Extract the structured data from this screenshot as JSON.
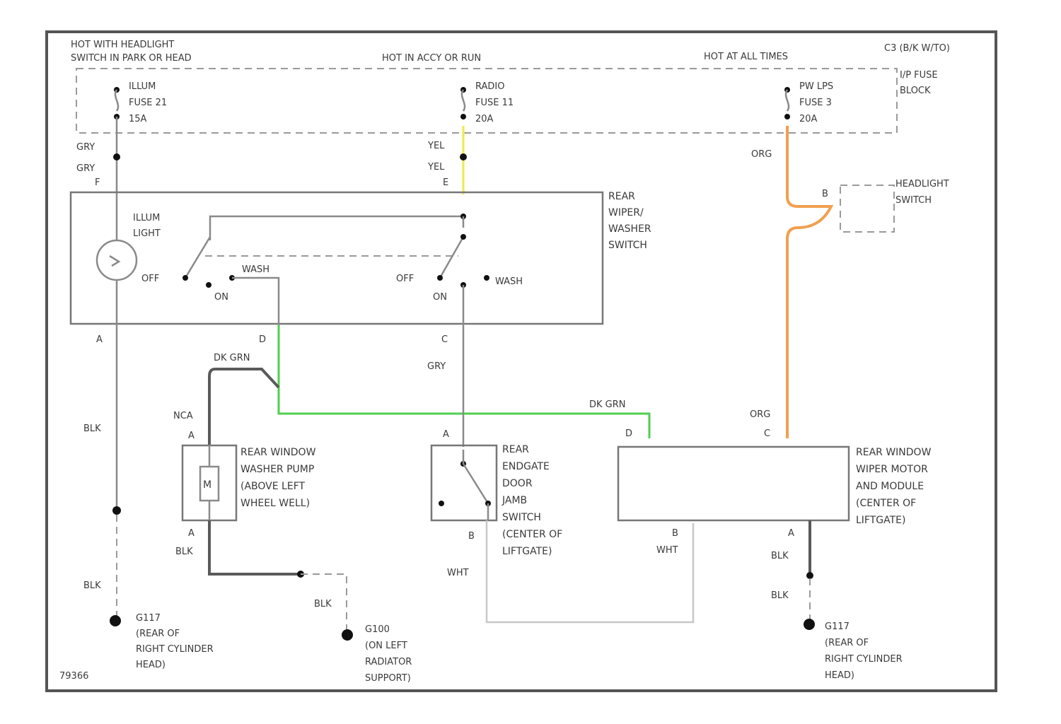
{
  "colors": {
    "dk_grn_wire": "#4fcf4f",
    "org_wire": "#f0a050",
    "yel_wire": "#f2e94a",
    "wht_wire": "#c8c8c8",
    "blk_wire": "#5a5a5a"
  },
  "power": {
    "headlight_switch_hot_1": "HOT WITH HEADLIGHT",
    "headlight_switch_hot_2": "SWITCH IN PARK OR HEAD",
    "acc_run_hot": "HOT IN ACCY OR RUN",
    "all_times_hot": "HOT AT ALL TIMES",
    "fuse_block_1": "I/P FUSE",
    "fuse_block_2": "BLOCK",
    "corner_label": "C3 (B/K W/TO)"
  },
  "fuses": {
    "illum": [
      "ILLUM",
      "FUSE 21",
      "15A"
    ],
    "radio": [
      "RADIO",
      "FUSE 11",
      "20A"
    ],
    "pwr": [
      "PW LPS",
      "FUSE 3",
      "20A"
    ]
  },
  "wires": {
    "gry": "GRY",
    "yel": "YEL",
    "org": "ORG",
    "blk": "BLK",
    "dk_grn": "DK GRN",
    "wht": "WHT",
    "nca": "NCA"
  },
  "pins": {
    "f": "F",
    "e": "E",
    "a": "A",
    "d": "D",
    "c": "C",
    "b": "B"
  },
  "headlight_switch": {
    "label_1": "HEADLIGHT",
    "label_2": "SWITCH"
  },
  "wiper_switch": {
    "label": [
      "REAR",
      "WIPER/",
      "WASHER",
      "SWITCH"
    ],
    "illum_light": [
      "ILLUM",
      "LIGHT"
    ],
    "off": "OFF",
    "on": "ON",
    "wash": "WASH"
  },
  "washer_pump": {
    "label": [
      "REAR WINDOW",
      "WASHER PUMP",
      "(ABOVE LEFT",
      "WHEEL WELL)"
    ],
    "motor_symbol": "M"
  },
  "endgate_switch": {
    "label": [
      "REAR",
      "ENDGATE",
      "DOOR",
      "JAMB",
      "SWITCH",
      "(CENTER OF",
      "LIFTGATE)"
    ]
  },
  "wiper_motor": {
    "label": [
      "REAR WINDOW",
      "WIPER MOTOR",
      "AND MODULE",
      "(CENTER OF",
      "LIFTGATE)"
    ]
  },
  "grounds": {
    "g117_left": [
      "G117",
      "(REAR OF",
      "RIGHT CYLINDER",
      "HEAD)"
    ],
    "g100": [
      "G100",
      "(ON LEFT",
      "RADIATOR",
      "SUPPORT)"
    ],
    "g117_right": [
      "G117",
      "(REAR OF",
      "RIGHT CYLINDER",
      "HEAD)"
    ]
  },
  "figure_id": "79366"
}
